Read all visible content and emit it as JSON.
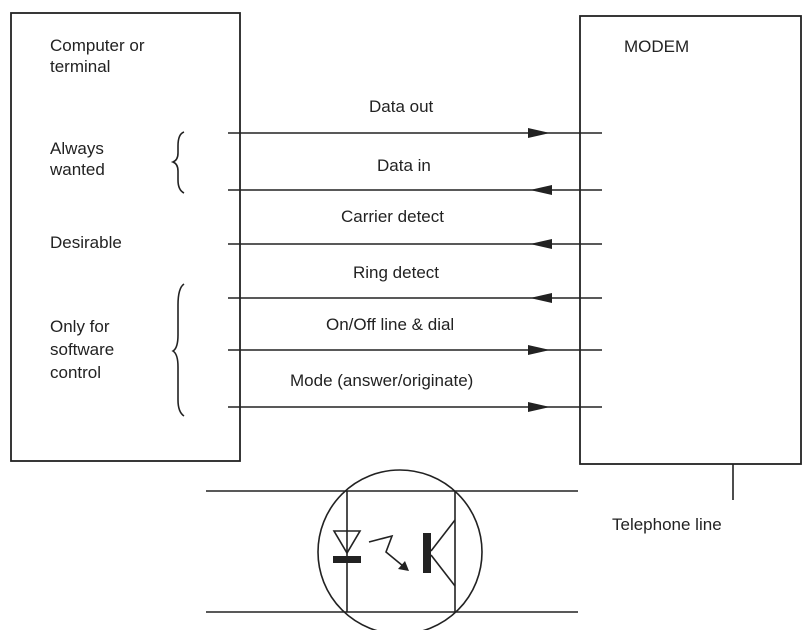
{
  "computer_box": {
    "title_line1": "Computer or",
    "title_line2": "terminal"
  },
  "modem_box": {
    "title": "MODEM",
    "line_label": "Telephone line"
  },
  "groups": {
    "always_line1": "Always",
    "always_line2": "wanted",
    "desirable": "Desirable",
    "software_line1": "Only for",
    "software_line2": "software",
    "software_line3": "control"
  },
  "signals": [
    {
      "label": "Data out",
      "direction": "to-modem"
    },
    {
      "label": "Data in",
      "direction": "to-computer"
    },
    {
      "label": "Carrier detect",
      "direction": "to-computer"
    },
    {
      "label": "Ring detect",
      "direction": "to-computer"
    },
    {
      "label": "On/Off line & dial",
      "direction": "to-modem"
    },
    {
      "label": "Mode (answer/originate)",
      "direction": "to-modem"
    }
  ],
  "opto_isolator": {
    "parts": [
      "led-icon",
      "light-ray-icon",
      "phototransistor-icon"
    ]
  }
}
